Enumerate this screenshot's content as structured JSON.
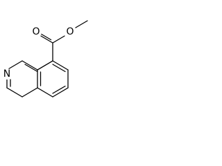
{
  "structure": {
    "atoms": {
      "methyl_oxygen": "O",
      "carbonyl_oxygen": "O",
      "ring_nitrogen": "N"
    }
  },
  "colors": {
    "ink": "#000000",
    "background": "#ffffff"
  }
}
